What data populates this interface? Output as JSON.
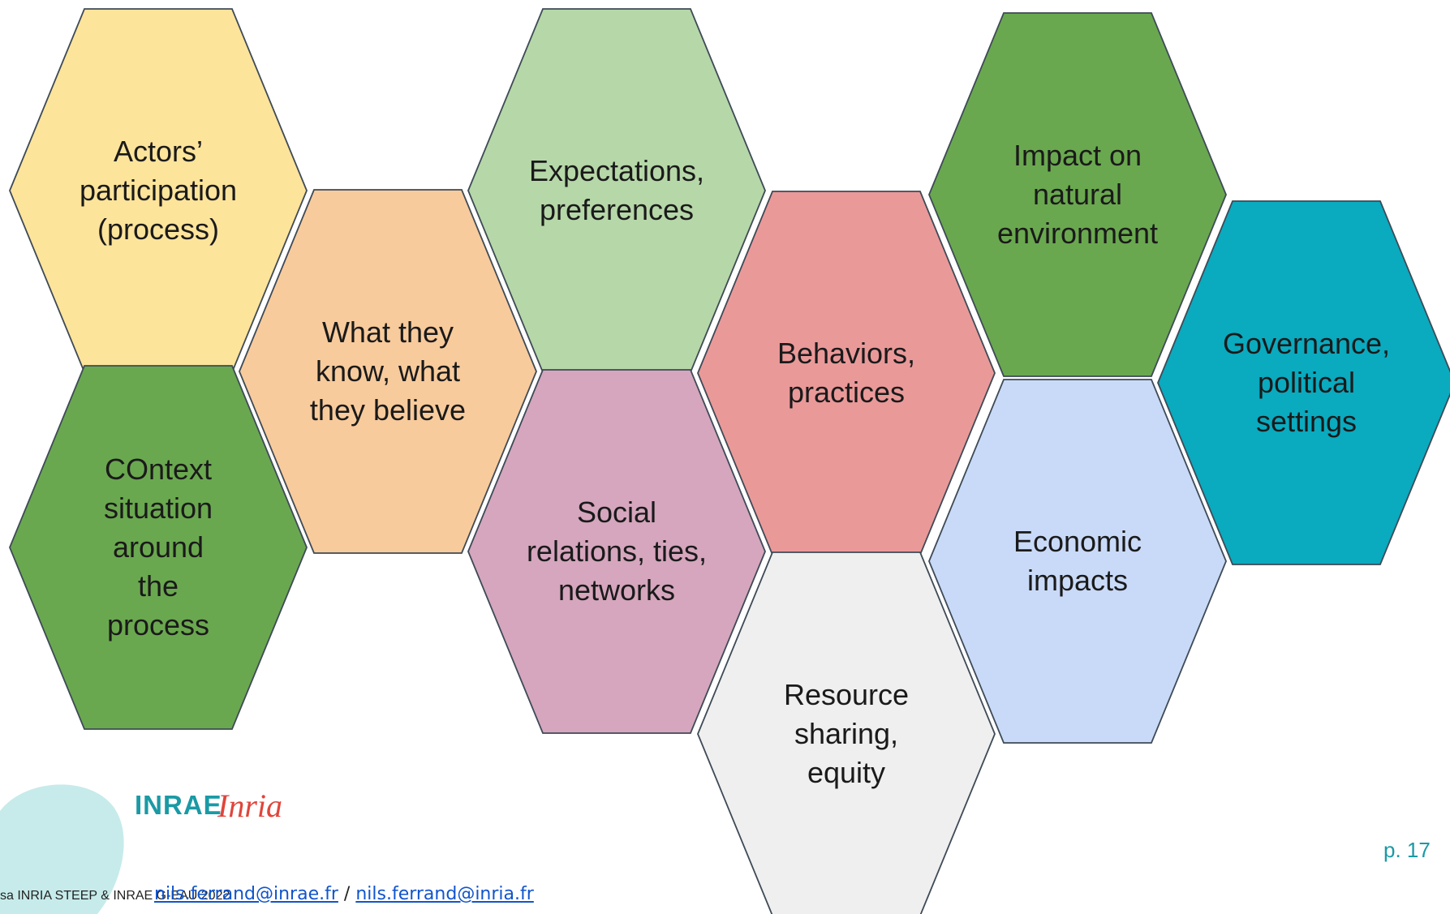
{
  "hexagons": [
    {
      "id": "actors-participation",
      "lines": [
        "Actors’",
        "participation",
        "(process)"
      ],
      "fill": "#fde49b"
    },
    {
      "id": "context-situation",
      "lines": [
        "COntext",
        "situation",
        "around",
        "the",
        "process"
      ],
      "fill": "#6aa84f"
    },
    {
      "id": "what-they-know",
      "lines": [
        "What they",
        "know, what",
        "they believe"
      ],
      "fill": "#f8cb9c"
    },
    {
      "id": "expectations-preferences",
      "lines": [
        "Expectations,",
        "preferences"
      ],
      "fill": "#b6d7a8"
    },
    {
      "id": "social-relations",
      "lines": [
        "Social",
        "relations, ties,",
        "networks"
      ],
      "fill": "#d5a6bd"
    },
    {
      "id": "behaviors-practices",
      "lines": [
        "Behaviors,",
        "practices"
      ],
      "fill": "#ea9999"
    },
    {
      "id": "resource-sharing",
      "lines": [
        "Resource",
        "sharing,",
        "equity"
      ],
      "fill": "#efefef"
    },
    {
      "id": "impact-natural-environment",
      "lines": [
        "Impact on",
        "natural",
        "environment"
      ],
      "fill": "#6aa84f"
    },
    {
      "id": "economic-impacts",
      "lines": [
        "Economic",
        "impacts"
      ],
      "fill": "#c9daf8"
    },
    {
      "id": "governance-political",
      "lines": [
        "Governance,",
        "political",
        "settings"
      ],
      "fill": "#0aaabf"
    }
  ],
  "logos": {
    "inrae": "INRAE",
    "inria": "Inria"
  },
  "footer": {
    "credit": "sa INRIA STEEP & INRAE G-EAU 2022",
    "email1": "nils.ferrand@inrae.fr",
    "separator": "/",
    "email2": "nils.ferrand@inria.fr"
  },
  "page_number": "p. 17",
  "colors": {
    "accent_teal": "#1a9aa5",
    "inria_red": "#e0453b",
    "decor_blob": "#c6ebea"
  }
}
